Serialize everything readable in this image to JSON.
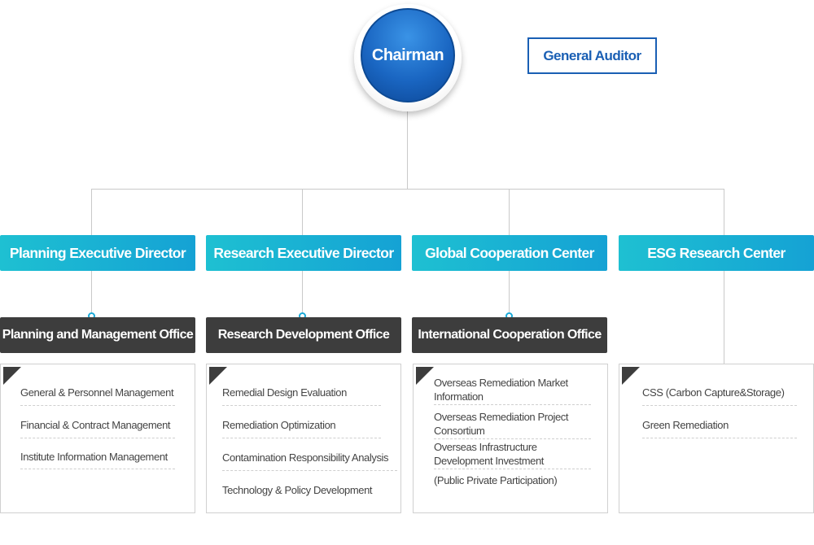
{
  "chairman": {
    "label": "Chairman"
  },
  "auditor": {
    "label": "General Auditor"
  },
  "colors": {
    "exec_gradient_start": "#1ec0d2",
    "exec_gradient_end": "#15a2d4",
    "office": "#3d3d3d",
    "chairman": "#1a66c2",
    "auditor_border": "#1a5fb4"
  },
  "columns": [
    {
      "executive": "Planning Executive Director",
      "office": "Planning and Management Office",
      "items": [
        "General & Personnel Management",
        "Financial & Contract Management",
        "Institute Information Management"
      ]
    },
    {
      "executive": "Research Executive Director",
      "office": "Research Development Office",
      "items": [
        "Remedial Design Evaluation",
        "Remediation Optimization",
        "Contamination Responsibility Analysis",
        "Technology & Policy Development"
      ]
    },
    {
      "executive": "Global Cooperation Center",
      "office": "International Cooperation Office",
      "items": [
        "Overseas Remediation Market Information",
        "Overseas Remediation Project Consortium",
        "Overseas Infrastructure Development Investment",
        "(Public Private Participation)"
      ]
    },
    {
      "executive": "ESG Research Center",
      "items": [
        "CSS (Carbon Capture&Storage)",
        "Green Remediation"
      ]
    }
  ]
}
